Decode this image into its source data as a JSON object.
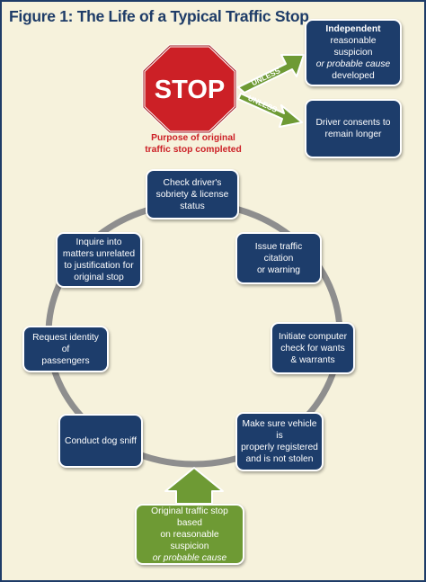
{
  "title": "Figure 1: The Life of a Typical Traffic Stop",
  "stop_sign": {
    "text": "STOP",
    "caption_line1": "Purpose of original",
    "caption_line2": "traffic stop completed"
  },
  "exceptions": [
    {
      "arrow_label": "UNLESS",
      "lines": [
        "Independent",
        "reasonable suspicion",
        "or probable cause",
        "developed"
      ]
    },
    {
      "arrow_label": "UNLESS",
      "lines": [
        "Driver consents to",
        "remain longer"
      ]
    }
  ],
  "cycle_steps": [
    {
      "id": "sobriety",
      "lines": [
        "Check driver's",
        "sobriety & license",
        "status"
      ]
    },
    {
      "id": "citation",
      "lines": [
        "Issue traffic citation",
        "or warning"
      ]
    },
    {
      "id": "computer",
      "lines": [
        "Initiate computer",
        "check for wants",
        "& warrants"
      ]
    },
    {
      "id": "registered",
      "lines": [
        "Make sure vehicle is",
        "properly registered",
        "and is not stolen"
      ]
    },
    {
      "id": "dog",
      "lines": [
        "Conduct dog sniff"
      ]
    },
    {
      "id": "passengers",
      "lines": [
        "Request identity of",
        "passengers"
      ]
    },
    {
      "id": "unrelated",
      "lines": [
        "Inquire into",
        "matters unrelated",
        "to justification for",
        "original stop"
      ]
    }
  ],
  "start": {
    "lines": [
      "Original traffic stop based",
      "on reasonable suspicion",
      "or probable cause"
    ]
  },
  "colors": {
    "navy": "#1d3d6b",
    "green": "#6e9a34",
    "red": "#cc2026",
    "background": "#f6f2dc",
    "ring": "#8e8e8e"
  }
}
